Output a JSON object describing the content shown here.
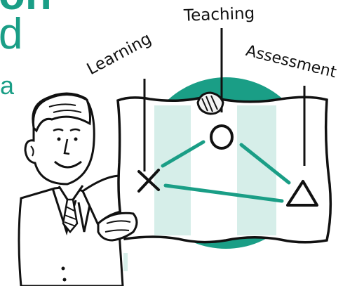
{
  "title_fragments": [
    "on",
    "d",
    "a"
  ],
  "labels": {
    "teaching": "Teaching",
    "learning": "Learning",
    "assessment": "Assessment"
  },
  "symbols": {
    "learning": "cross",
    "teaching": "circle",
    "assessment": "triangle"
  },
  "colors": {
    "accent": "#1a9e86",
    "accent_pale": "#d6eee9",
    "ink": "#111111"
  }
}
